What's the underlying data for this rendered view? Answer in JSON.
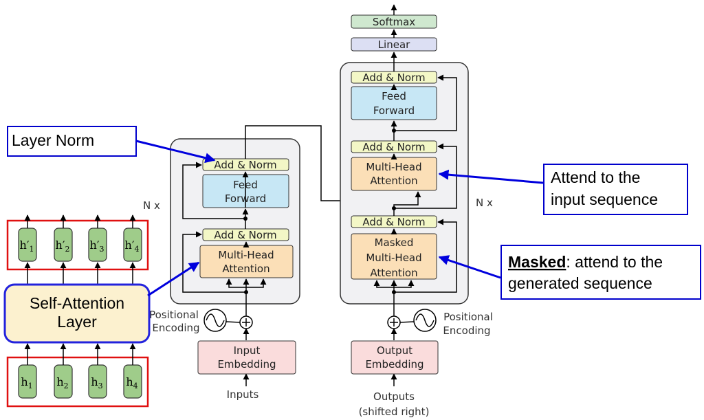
{
  "encoder": {
    "nx_label": "N x",
    "add_norm_top": "Add & Norm",
    "feed_forward": [
      "Feed",
      "Forward"
    ],
    "add_norm_bottom": "Add & Norm",
    "multi_head": [
      "Multi-Head",
      "Attention"
    ],
    "positional_encoding": [
      "Positional",
      "Encoding"
    ],
    "embedding": [
      "Input",
      "Embedding"
    ],
    "input_label": "Inputs"
  },
  "decoder": {
    "nx_label": "N x",
    "softmax": "Softmax",
    "linear": "Linear",
    "add_norm_top": "Add & Norm",
    "feed_forward": [
      "Feed",
      "Forward"
    ],
    "add_norm_mid": "Add & Norm",
    "multi_head": [
      "Multi-Head",
      "Attention"
    ],
    "add_norm_bottom": "Add & Norm",
    "masked_multi_head": [
      "Masked",
      "Multi-Head",
      "Attention"
    ],
    "positional_encoding": [
      "Positional",
      "Encoding"
    ],
    "embedding": [
      "Output",
      "Embedding"
    ],
    "output_label": [
      "Outputs",
      "(shifted right)"
    ]
  },
  "self_attention": {
    "layer_label": [
      "Self-Attention",
      "Layer"
    ],
    "outputs": [
      {
        "base": "h′",
        "sub": "1"
      },
      {
        "base": "h′",
        "sub": "2"
      },
      {
        "base": "h′",
        "sub": "3"
      },
      {
        "base": "h′",
        "sub": "4"
      }
    ],
    "inputs": [
      {
        "base": "h",
        "sub": "1"
      },
      {
        "base": "h",
        "sub": "2"
      },
      {
        "base": "h",
        "sub": "3"
      },
      {
        "base": "h",
        "sub": "4"
      }
    ]
  },
  "callouts": {
    "layer_norm": "Layer Norm",
    "attend_input": [
      "Attend to the",
      "input sequence"
    ],
    "masked_bold": "Masked",
    "masked_rest": ": attend to the",
    "masked_line2": "generated sequence"
  },
  "colors": {
    "add_norm": "#f3f7c6",
    "feed_forward": "#c7e7f5",
    "attention": "#fbdfb7",
    "embedding": "#fadcdc",
    "softmax": "#cfe8cf",
    "linear": "#dcdff3",
    "stack_bg": "#f1f1f3",
    "self_attention": "#fcf1cf",
    "h_node": "#9fcc8a",
    "callout_border": "#0000cc",
    "red_border": "#e01010"
  }
}
